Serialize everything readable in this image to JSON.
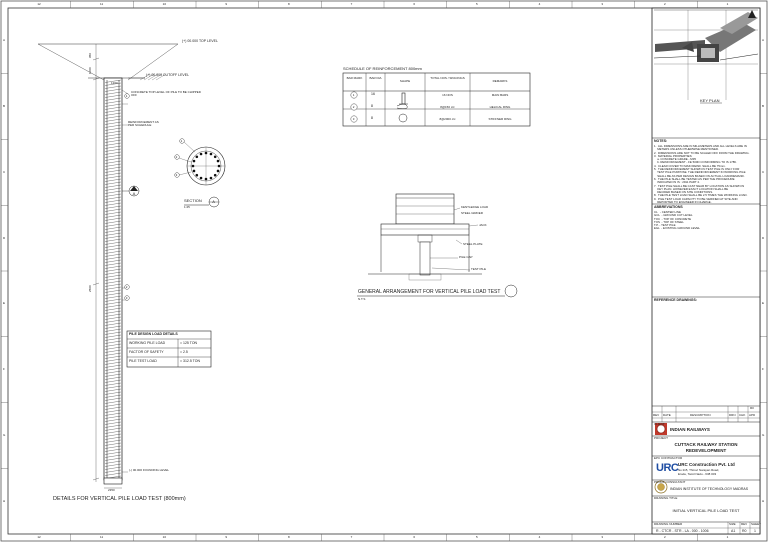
{
  "drawing": {
    "grid_columns": [
      "12",
      "11",
      "10",
      "9",
      "8",
      "7",
      "6",
      "5",
      "4",
      "3",
      "2",
      "1"
    ],
    "grid_rows": [
      "A",
      "B",
      "C",
      "D",
      "E",
      "F",
      "G",
      "H"
    ],
    "pile": {
      "title": "DETAILS FOR VERTICAL PILE LOAD TEST (800mm)",
      "dims": [
        "950",
        "1000",
        "2500",
        "2350"
      ],
      "labels": [
        "(+) 00.000 TOP LEVEL",
        "(+) 00.000 CUTOFF LEVEL",
        "1200",
        "CONCRETE TOP LEVEL OF PILE TO BE CHIPPED OFF",
        "REINFORCEMENT AS PER SCHEDULE",
        "(-) 00.000 FOUNDING LEVEL"
      ],
      "bar_marks": [
        "1",
        "2",
        "3"
      ],
      "table": {
        "heading": "PILE DESIGN LOAD DETAILS",
        "rows": [
          {
            "k": "WORKING PILE LOAD",
            "v": "= 125 TON"
          },
          {
            "k": "FACTOR OF SAFETY",
            "v": "= 2.5"
          },
          {
            "k": "PILE TEST LOAD",
            "v": "= 312.5 TON"
          }
        ]
      }
    },
    "section": {
      "title": "SECTION",
      "mark": "A",
      "sub": "1:25"
    },
    "schedule": {
      "title": "SCHEDULE OF REINFORCEMENT 800mm",
      "headers": [
        "BAR MARK",
        "BAR DIA",
        "SHAPE",
        "TOTAL NOS / SPACINGS",
        "REMARKS"
      ],
      "rows": [
        {
          "mark": "1",
          "dia": "16",
          "nos": "16 NOS",
          "rem": "MAIN BARS"
        },
        {
          "mark": "2",
          "dia": "8",
          "nos": "8@150 c/c",
          "rem": "HELICAL RING"
        },
        {
          "mark": "3",
          "dia": "8",
          "nos": "8@2000 c/c",
          "rem": "STIFFNER RING"
        }
      ]
    },
    "arrangement": {
      "title": "GENERAL ARRANGEMENT FOR VERTICAL PILE LOAD TEST",
      "sub": "N.T.S",
      "labels": [
        "KENTLEDGE LOAD",
        "STEEL GIRDER",
        "JACK",
        "STEEL PLATE",
        "PILE CAP",
        "TEST PILE"
      ]
    }
  },
  "titleblock": {
    "key_plan": "KEY PLAN",
    "notes_title": "NOTES:",
    "notes": [
      "1.  ALL DIMENSIONS ARE IN MILLIMETERS AND ALL LEVELS ARE IN",
      "    METERS UNLESS OTHERWISE MENTIONED.",
      "2.  DIMENSIONS ARE NOT TO BE SCALED OFF FROM THE DRAWING.",
      "3.  MATERIAL PROPERTIES:",
      "    a. CONCRETE GRADE - M35",
      "    b. REINFORCEMENT - FE 500D CONFORMING TO IS 1786.",
      "4.  CLEAR COVER TO MAIN REINF. SHALL BE 75mm.",
      "5.  THE REINFORCEMENT SHOWN IN TEST PILE IS ONLY FOR",
      "    TEST PILE PURPOSE. THE REINFORCEMENT IN WORKING PILE",
      "    SHALL BE AS PER DESIGN BASED ON ACTUAL LOAD/DEMAND.",
      "6.  THE PILE SHALL BE TESTED AS PER THE PROCEDURE",
      "    INDICATED IN IS : 2911 PART 4.",
      "7.  TEST PILE SHALL BE CAST NEAR BY LOCATION AS SHOWN IN",
      "    KEY PLAN. HOWEVER EXACT LOCATION SHALL BE",
      "    DECIDED BASED ON SITE CONDITIONS.",
      "8.  THE PILE TEST LOAD SHALL BE 2.5 TIMES THE WORKING LOAD.",
      "9.  PILE TEST LOAD CAPACITY TO BE VERIFIED AT SITE AND",
      "    REPORTED TO ENGINEER IN CHARGE."
    ],
    "abbr_title": "ABBREVIATIONS",
    "abbr": [
      "CL   - CENTER LINE",
      "GCL  - GROUND CUT LEVEL",
      "TOC  - TOP OF CONCRETE",
      "TOS  - TOP OF STEEL",
      "T.P. - TEST PILE",
      "EGL  - EXISTING GROUND LEVEL"
    ],
    "ref_title": "REFERENCE DRAWINGS:",
    "rev_headers": [
      "REV",
      "DATE",
      "DESCRIPTION",
      "DRN",
      "CHK",
      "APD"
    ],
    "client_label": "CLIENT",
    "client": "INDIAN RAILWAYS",
    "project_label": "PROJECT",
    "project": [
      "CUTTACK RAILWAY STATION",
      "REDEVELOPMENT"
    ],
    "epc_label": "EPC CONTRACTOR",
    "contractor_logo": "URC",
    "contractor": "URC Construction Pvt. Ltd",
    "contractor_addr": [
      "No:115, Thiruvi Narayan Road,",
      "Erode, Tamil Nadu - 638 003"
    ],
    "consultant_label": "PROOF CONSULTANT",
    "consultant": "INDIAN INSTITUTE OF TECHNOLOGY MADRAS",
    "title_label": "DRAWING TITLE",
    "title": "INITIAL VERTICAL PILE LOAD TEST",
    "dwg_no_label": "DRAWING NUMBER",
    "dwg_no": "R - CTCR - STR - LA - 000 - 1006",
    "sheet_label": "SHEET",
    "rev_label": "REV",
    "size_label": "SIZE",
    "size": "A1",
    "rev": "R0",
    "sheet_no": "1"
  }
}
